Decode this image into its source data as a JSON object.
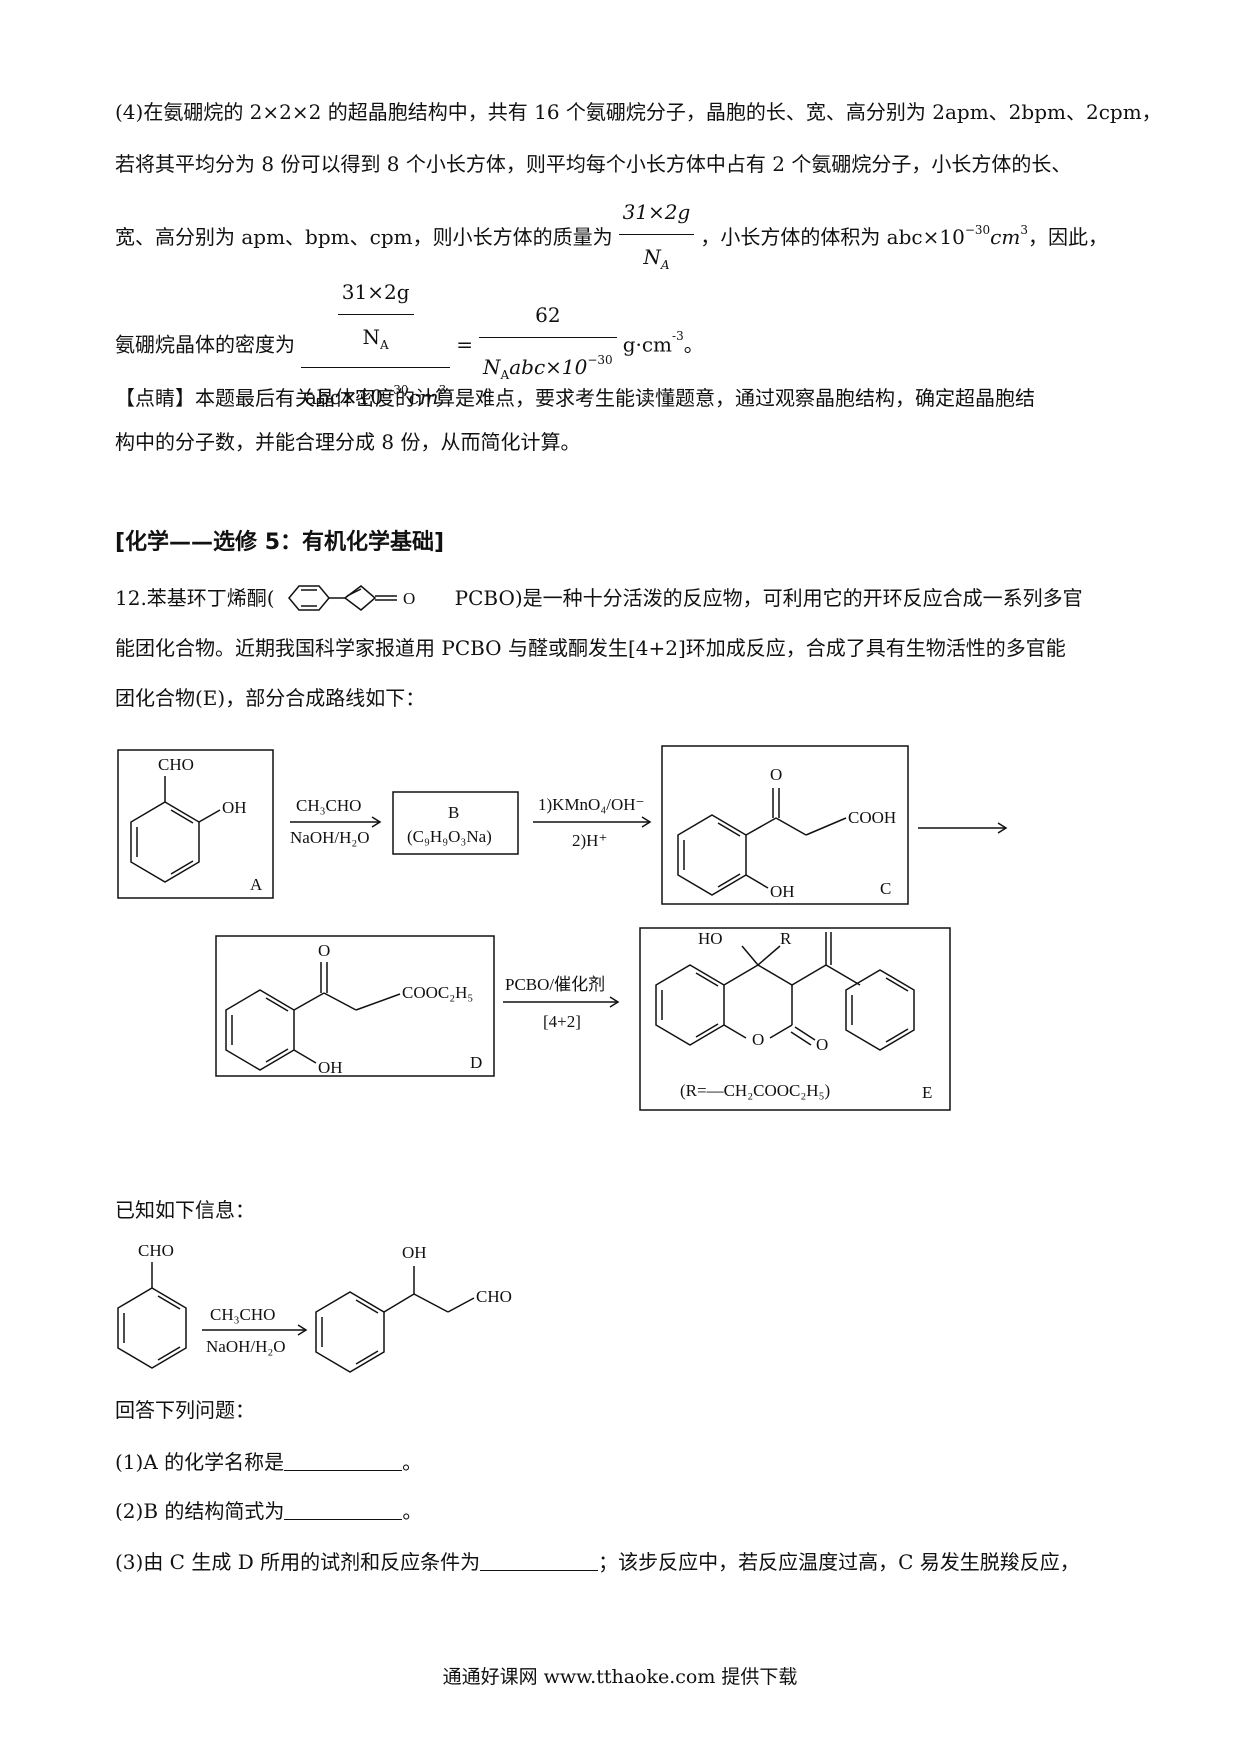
{
  "para4": {
    "line1": "(4)在氨硼烷的 2×2×2 的超晶胞结构中，共有 16 个氨硼烷分子，晶胞的长、宽、高分别为 2apm、2bpm、2cpm，",
    "line2": "若将其平均分为 8 份可以得到 8 个小长方体，则平均每个小长方体中占有 2 个氨硼烷分子，小长方体的长、",
    "line3_a": "宽、高分别为 apm、bpm、cpm，则小长方体的质量为",
    "mass_num": "31×2g",
    "mass_den": "N",
    "mass_den_sub": "A",
    "line3_b": "，小长方体的体积为 abc×10",
    "vol_exp": "−30",
    "vol_unit": "cm",
    "vol_unit_exp": "3",
    "line3_c": "，因此，",
    "line4_a": "氨硼烷晶体的密度为",
    "dens_inner_num": "31×2g",
    "dens_inner_den": "N",
    "dens_inner_den_sub": "A",
    "dens_den": "abc×10",
    "dens_den_exp": "−30",
    "dens_den_unit": "cm",
    "dens_den_unit_exp": "3",
    "equals": "=",
    "dens2_num": "62",
    "dens2_den": "N",
    "dens2_den_sub": "A",
    "dens2_den_rest": "abc×10",
    "dens2_den_exp": "−30",
    "line4_unit": "g·cm",
    "line4_unit_exp": "-3",
    "line4_end": "。"
  },
  "tip": {
    "line1": "【点睛】本题最后有关晶体密度的计算是难点，要求考生能读懂题意，通过观察晶胞结构，确定超晶胞结",
    "line2": "构中的分子数，并能合理分成 8 份，从而简化计算。"
  },
  "section_heading": "[化学——选修 5：有机化学基础]",
  "q12": {
    "line1_a": "12.苯基环丁烯酮(",
    "line1_b": "PCBO)是一种十分活泼的反应物，可利用它的开环反应合成一系列多官",
    "line2": "能团化合物。近期我国科学家报道用 PCBO 与醛或酮发生[4+2]环加成反应，合成了具有生物活性的多官能",
    "line3": "团化合物(E)，部分合成路线如下："
  },
  "scheme": {
    "A": {
      "cho": "CHO",
      "oh": "OH",
      "label": "A"
    },
    "step1": {
      "top": "CH₃CHO",
      "bottom": "NaOH/H₂O"
    },
    "B": {
      "name": "B",
      "formula": "(C₉H₉O₃Na)"
    },
    "step2": {
      "top": "1)KMnO₄/OH⁻",
      "bottom": "2)H⁺"
    },
    "C": {
      "o": "O",
      "cooh": "COOH",
      "oh": "OH",
      "label": "C"
    },
    "D": {
      "o": "O",
      "cooet": "COOC₂H₅",
      "oh": "OH",
      "label": "D"
    },
    "step3": {
      "top": "PCBO/催化剂",
      "bottom": "[4+2]"
    },
    "E": {
      "ho": "HO",
      "r": "R",
      "o1": "O",
      "o2": "O",
      "rdef": "(R=—CH₂COOC₂H₅)",
      "label": "E"
    }
  },
  "known": {
    "title": "已知如下信息：",
    "cho": "CHO",
    "top": "CH₃CHO",
    "bottom": "NaOH/H₂O",
    "oh": "OH",
    "cho2": "CHO"
  },
  "questions": {
    "intro": "回答下列问题：",
    "q1": "(1)A 的化学名称是",
    "q1_end": "。",
    "q2": "(2)B 的结构简式为",
    "q2_end": "。",
    "q3_a": "(3)由 C 生成 D 所用的试剂和反应条件为",
    "q3_b": "；该步反应中，若反应温度过高，C 易发生脱羧反应，"
  },
  "footer": "通通好课网  www.tthaoke.com  提供下载"
}
